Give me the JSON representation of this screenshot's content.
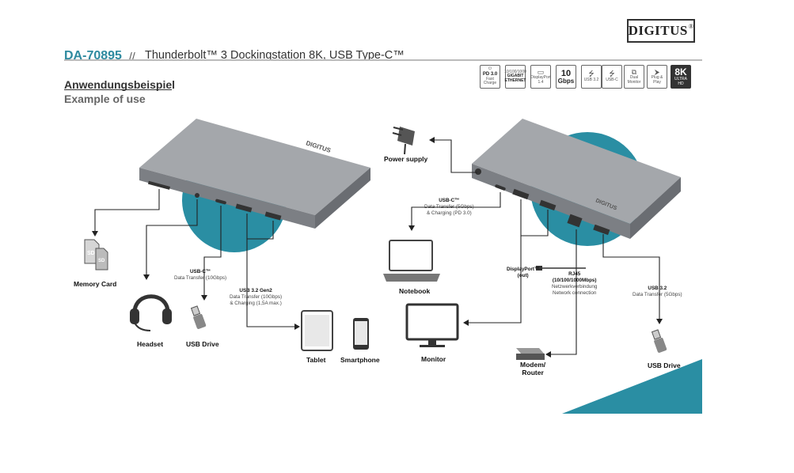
{
  "brand": {
    "logo": "DIGITUS",
    "reg": "®"
  },
  "header": {
    "model": "DA-70895",
    "separator": "//",
    "title": "Thunderbolt™ 3 Dockingstation 8K, USB Type-C™"
  },
  "section": {
    "title_de": "Anwendungsbeispiel",
    "title_en": "Example of use"
  },
  "badges": [
    {
      "main": "PD 3.0",
      "sub": "Fast Charge",
      "icon": "power-delivery-icon"
    },
    {
      "main": "10/100/1000",
      "sub": "GIGABIT ETHERNET",
      "icon": "ethernet-icon"
    },
    {
      "main": "",
      "sub": "DisplayPort 1.4",
      "icon": "displayport-icon"
    },
    {
      "main": "10",
      "sub": "Gbps",
      "icon": "speed-icon"
    },
    {
      "main": "USB 3.2",
      "sub": "",
      "icon": "usb-icon"
    },
    {
      "main": "USB-C",
      "sub": "",
      "icon": "usb-c-icon"
    },
    {
      "main": "",
      "sub": "Dual Monitor",
      "icon": "dual-monitor-icon"
    },
    {
      "main": "Plug & Play",
      "sub": "",
      "icon": "plug-play-icon"
    },
    {
      "main": "8K",
      "sub": "ULTRA HD",
      "icon": "8k-icon"
    }
  ],
  "devices": {
    "memory_card": "Memory Card",
    "headset": "Headset",
    "usb_drive_left": "USB Drive",
    "tablet": "Tablet",
    "smartphone": "Smartphone",
    "power_supply": "Power supply",
    "notebook": "Notebook",
    "monitor": "Monitor",
    "router": "Modem/\nRouter",
    "usb_drive_right": "USB Drive"
  },
  "ports": {
    "usbc_left": {
      "title": "USB-C™",
      "desc": "Data Transfer (10Gbps)"
    },
    "usb32gen2": {
      "title": "USB 3.2 Gen2",
      "desc1": "Data Transfer (10Gbps)",
      "desc2": "& Charging (1,5A max.)"
    },
    "usbc_right": {
      "title": "USB-C™",
      "desc1": "Data Transfer (5Gbps)",
      "desc2": "& Charging (PD 3.0)"
    },
    "displayport": {
      "title": "DisplayPort™",
      "desc": "(out)"
    },
    "rj45": {
      "title": "RJ45",
      "desc1": "(10/100/1000Mbps)",
      "desc2": "Netzwerkverbindung",
      "desc3": "Network connection"
    },
    "usb32_right": {
      "title": "USB 3.2",
      "desc": "Data Transfer (5Gbps)"
    }
  },
  "dock_label": "DIGITUS",
  "colors": {
    "accent": "#2e8a9f",
    "teal": "#2a8ea3",
    "dock": "#8e9195"
  }
}
